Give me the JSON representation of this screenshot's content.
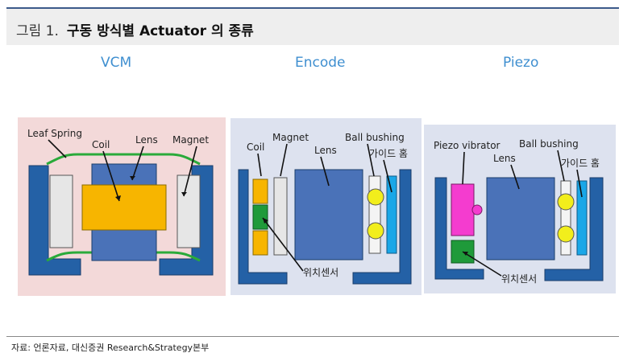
{
  "header": {
    "figure_no": "그림 1.",
    "title": "구동 방식별 Actuator 의 종류"
  },
  "columns": {
    "vcm": "VCM",
    "encode": "Encode",
    "piezo": "Piezo"
  },
  "vcm": {
    "leaf_spring": "Leaf Spring",
    "coil": "Coil",
    "lens": "Lens",
    "magnet": "Magnet"
  },
  "encode": {
    "coil": "Coil",
    "magnet": "Magnet",
    "lens": "Lens",
    "ball_bushing": "Ball bushing",
    "guide_groove": "가이드 홈",
    "position_sensor": "위치센서"
  },
  "piezo": {
    "vibrator": "Piezo vibrator",
    "lens": "Lens",
    "ball_bushing": "Ball bushing",
    "guide_groove": "가이드 홈",
    "position_sensor": "위치센서"
  },
  "source": "자료: 언론자료, 대신증권 Research&Strategy본부",
  "colors": {
    "vcm_bg": "#f3d9d9",
    "panel_bg": "#dde2ef",
    "lens": "#4a72b8",
    "coil": "#f7b500",
    "magnet": "#d9d9d9",
    "frame": "#2461a6",
    "spring": "#2aaa3a",
    "ball": "#f2ee1c",
    "guide": "#1aa7e8",
    "piezo": "#f43ccf",
    "sensor": "#1f9a3a",
    "heading": "#3f8fd0"
  }
}
